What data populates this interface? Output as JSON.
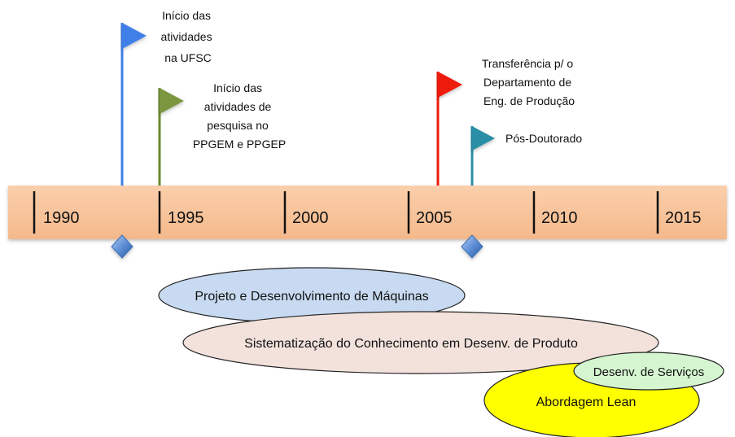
{
  "timeline": {
    "years": [
      "1990",
      "1995",
      "2000",
      "2005",
      "2010",
      "2015"
    ],
    "bar_color": "#f9c39a"
  },
  "milestones": [
    {
      "lines": [
        "Início das",
        "atividades",
        "na UFSC"
      ],
      "color": "#3f7fe8"
    },
    {
      "lines": [
        "Início das",
        "atividades de",
        "pesquisa no",
        "PPGEM e PPGEP"
      ],
      "color": "#7b9640"
    },
    {
      "lines": [
        "Transferência p/ o",
        "Departamento de",
        "Eng. de Produção"
      ],
      "color": "#ee1c0c"
    },
    {
      "lines": [
        "Pós-Doutorado"
      ],
      "color": "#2b8fa6"
    }
  ],
  "research_areas": [
    {
      "label": "Projeto e Desenvolvimento de Máquinas",
      "color": "#c8daf1"
    },
    {
      "label": "Sistematização do Conhecimento em Desenv. de Produto",
      "color": "#f3e2dc"
    },
    {
      "label": "Abordagem Lean",
      "color": "#ffff00"
    },
    {
      "label": "Desenv. de Serviços",
      "color": "#d5f5d0"
    }
  ]
}
